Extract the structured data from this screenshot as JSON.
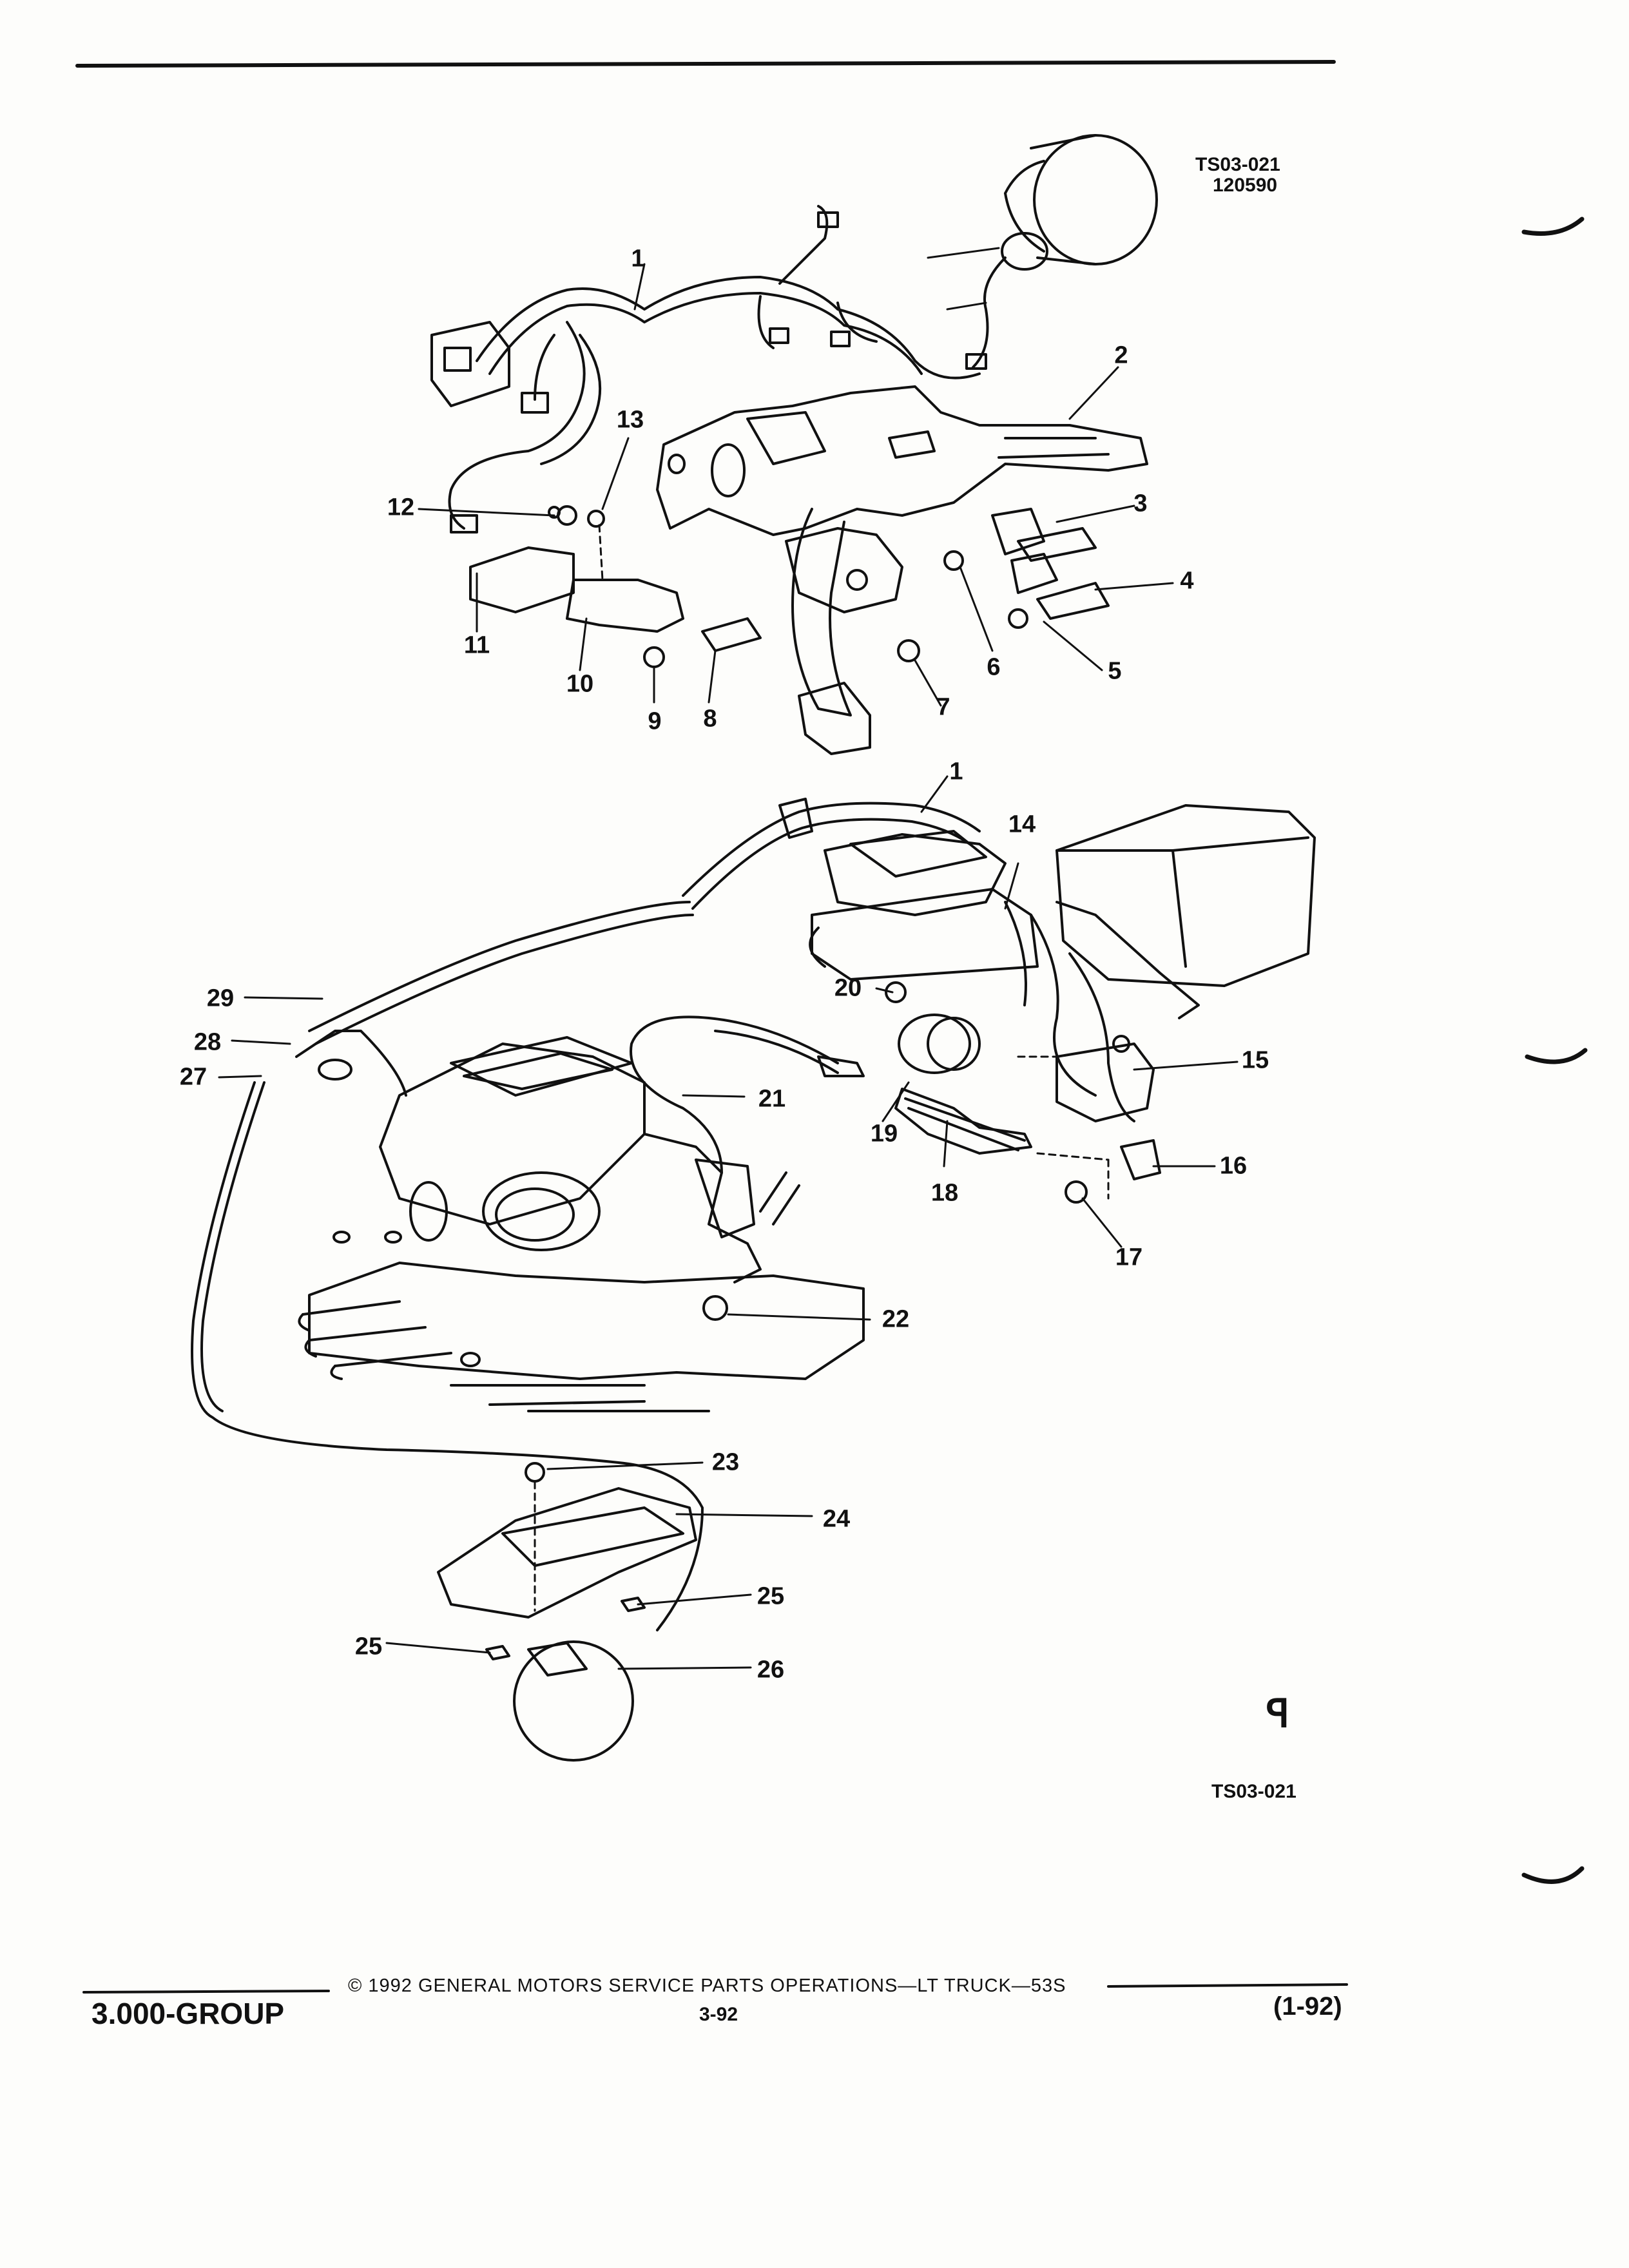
{
  "header": {
    "illustration_code": "TS03-021",
    "illustration_date": "120590"
  },
  "callouts": {
    "c1": "1",
    "c2": "2",
    "c3": "3",
    "c4": "4",
    "c5": "5",
    "c6": "6",
    "c7": "7",
    "c8": "8",
    "c9": "9",
    "c10": "10",
    "c11": "11",
    "c12": "12",
    "c13": "13",
    "c1b": "1",
    "c14": "14",
    "c15": "15",
    "c16": "16",
    "c17": "17",
    "c18": "18",
    "c19": "19",
    "c20": "20",
    "c21": "21",
    "c22": "22",
    "c23": "23",
    "c24": "24",
    "c25a": "25",
    "c25b": "25",
    "c26": "26",
    "c27": "27",
    "c28": "28",
    "c29": "29"
  },
  "bottom_code": "TS03-021",
  "logo_mark": "ꟼ",
  "footer": {
    "group": "3.000-GROUP",
    "copyright": "© 1992 GENERAL MOTORS SERVICE PARTS OPERATIONS—LT TRUCK—53S",
    "page_number": "3-92",
    "revision": "(1-92)"
  }
}
